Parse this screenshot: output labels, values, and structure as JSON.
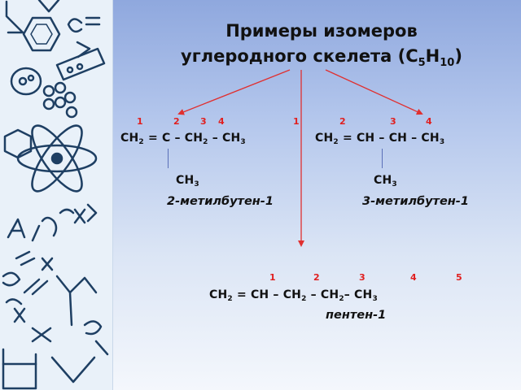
{
  "title": {
    "line1": "Примеры изомеров",
    "line2_text": "углеродного скелета (C",
    "line2_sub1": "5",
    "line2_h": "H",
    "line2_sub2": "10",
    "line2_close": ")"
  },
  "isomer1": {
    "numbers": [
      "1",
      "2",
      "3",
      "4"
    ],
    "formula": {
      "p1": "CH",
      "s1": "2",
      "p2": " = C – CH",
      "s2": "2",
      "p3": " – CH",
      "s3": "3"
    },
    "branch": {
      "p": "CH",
      "s": "3"
    },
    "name": "2-метилбутен-1"
  },
  "isomer2": {
    "numbers": [
      "1",
      "2",
      "3",
      "4"
    ],
    "formula": {
      "p1": "CH",
      "s1": "2",
      "p2": " = CH – CH – CH",
      "s2": "3"
    },
    "branch": {
      "p": "CH",
      "s": "3"
    },
    "name": "3-метилбутен-1"
  },
  "isomer3": {
    "numbers": [
      "1",
      "2",
      "3",
      "4",
      "5"
    ],
    "formula": {
      "p1": "CH",
      "s1": "2",
      "p2": " = CH – CH",
      "s2": "2",
      "p3": " – CH",
      "s3": "2",
      "p4": "– CH",
      "s4": "3"
    },
    "name": "пентен-1"
  },
  "colors": {
    "numbers": "#e02020",
    "arrows": "#e03030",
    "bonds": "#5a6fb8",
    "background_top": "#8fa8de",
    "background_bottom": "#f4f7fc"
  }
}
